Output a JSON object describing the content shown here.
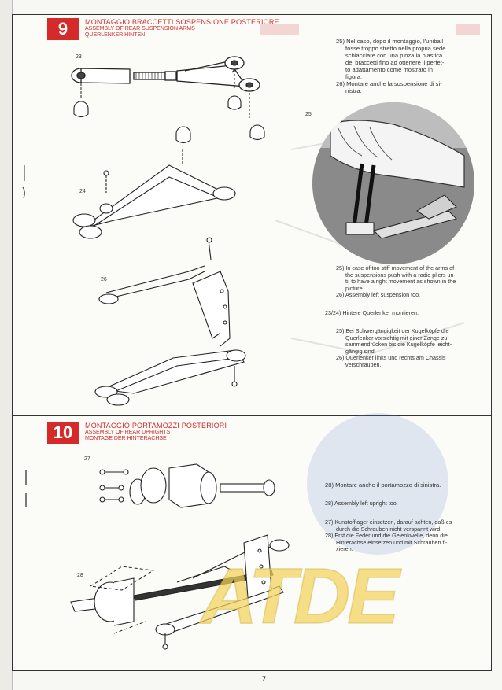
{
  "page_number": "7",
  "step9": {
    "number": "9",
    "title_it": "MONTAGGIO BRACCETTI SOSPENSIONE POSTERIORE",
    "title_en": "ASSEMBLY OF REAR SUSPENSION ARMS",
    "title_de": "QUERLENKER HINTEN",
    "fig_labels": [
      "23",
      "24",
      "25",
      "26"
    ],
    "text_it": [
      "25) Nel caso, dopo il montaggio, l'uniball",
      "fosse troppo stretto nella propria sede",
      "schiacciare con una pinza la plastica",
      "dei braccetti fino ad ottenere il perfet-",
      "to adattamento come mostrato in",
      "figura.",
      "26) Montare anche la sospensione di si-",
      "nistra."
    ],
    "text_en": [
      "25) In case of too stiff movement of the arms of",
      "the suspensions push with a radio pliers un-",
      "til to have a right movement as shown in the",
      "picture.",
      "26) Assembly left suspension too."
    ],
    "text_de_intro": "23/24) Hintere Querlenker montieren.",
    "text_de": [
      "25) Bei Schwergängigkeit der Kugelköpfe die",
      "Querlenker vorsichtig mit einer Zange zu-",
      "sammendrücken bis die Kugelköpfe leicht-",
      "gängig sind.",
      "26) Querlenker links und rechts am Chassis",
      "verschrauben."
    ]
  },
  "step10": {
    "number": "10",
    "title_it": "MONTAGGIO PORTAMOZZI POSTERIORI",
    "title_en": "ASSEMBLY OF REAR UPRIGHTS",
    "title_de": "MONTAGE DER HINTERACHSE",
    "fig_labels": [
      "27",
      "28"
    ],
    "text_it": "28) Montare anche il portamozzo di sinistra.",
    "text_en": "28) Assembly left upright too.",
    "text_de": [
      "27) Kunstofflager einsetzen, darauf achten, daß es",
      "durch die Schrauben nicht verspannt wird.",
      "28) Erst die Feder und die Gelenkwelle, denn die",
      "Hinterachse einsetzen und mit Schrauben fi-",
      "xieren."
    ]
  },
  "watermark": {
    "text": "ATDE",
    "color": "#f2d35a"
  },
  "colors": {
    "accent_red": "#d42a2a",
    "ink": "#333333",
    "photo_circle": "#8a8a8a"
  }
}
